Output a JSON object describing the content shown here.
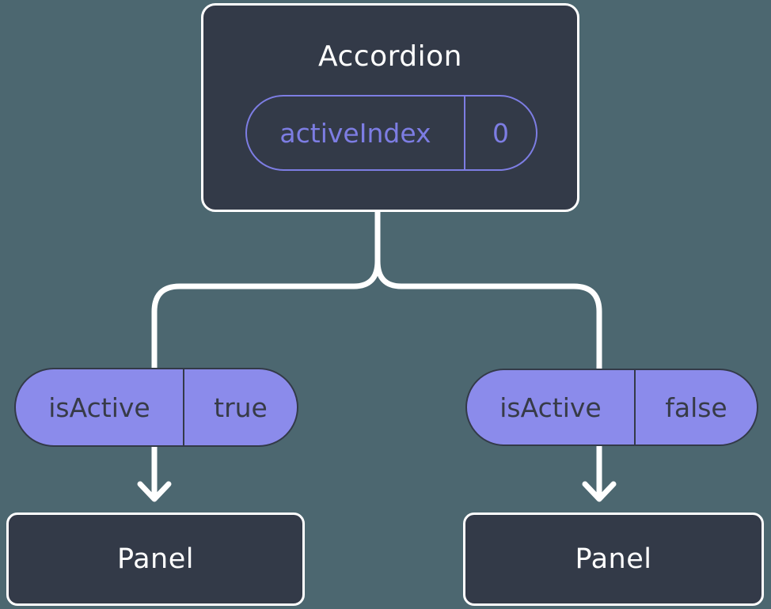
{
  "diagram": {
    "root": {
      "title": "Accordion",
      "state": {
        "key": "activeIndex",
        "value": "0"
      }
    },
    "branches": [
      {
        "prop": {
          "key": "isActive",
          "value": "true"
        },
        "child": {
          "title": "Panel"
        }
      },
      {
        "prop": {
          "key": "isActive",
          "value": "false"
        },
        "child": {
          "title": "Panel"
        }
      }
    ],
    "colors": {
      "background": "#4C6770",
      "node_fill": "#333A48",
      "node_border": "#FFFFFF",
      "text": "#FFFFFF",
      "pill_fill": "#8B8BEB",
      "pill_border": "#333A48",
      "pill_text": "#373B47",
      "accent": "#7D7DE3",
      "connector": "#FFFFFF"
    }
  }
}
